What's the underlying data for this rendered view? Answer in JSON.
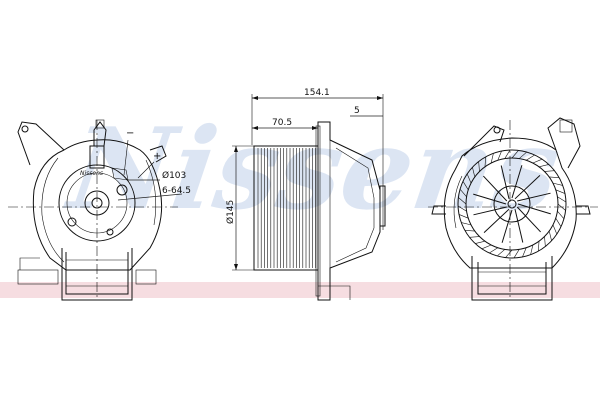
{
  "watermark": {
    "text": "Nissens",
    "color": "#dce5f3",
    "band_color": "#f3d2d8"
  },
  "dimensions": {
    "overall_length": "154.1",
    "wheel_depth": "70.5",
    "flange": "5",
    "diameter_height": "Ø145",
    "bore_diameter": "Ø103",
    "bolt_circle": "6-64.5"
  },
  "labels": {
    "brand_tag": "Nissens",
    "minus": "−",
    "plus": "+"
  },
  "views": [
    "front-view",
    "side-view",
    "rear-view"
  ],
  "icons": [
    "fan-blade-icon",
    "connector-icon"
  ]
}
